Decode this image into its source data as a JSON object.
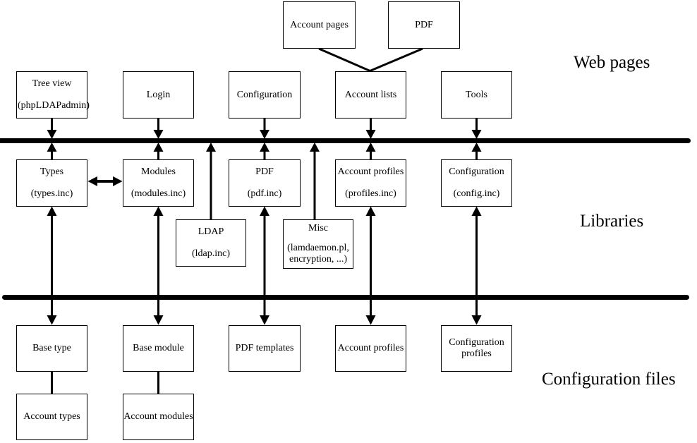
{
  "section_labels": {
    "web_pages": "Web pages",
    "libraries": "Libraries",
    "configuration_files": "Configuration files"
  },
  "boxes": {
    "account_pages": {
      "label": "Account pages"
    },
    "pdf_top": {
      "label": "PDF"
    },
    "tree_view": {
      "line1": "Tree view",
      "line2": "(phpLDAPadmin)"
    },
    "login": {
      "label": "Login"
    },
    "configuration_web": {
      "label": "Configuration"
    },
    "account_lists": {
      "label": "Account lists"
    },
    "tools": {
      "label": "Tools"
    },
    "types": {
      "line1": "Types",
      "line2": "(types.inc)"
    },
    "modules": {
      "line1": "Modules",
      "line2": "(modules.inc)"
    },
    "pdf_lib": {
      "line1": "PDF",
      "line2": "(pdf.inc)"
    },
    "account_profiles_lib": {
      "line1": "Account profiles",
      "line2": "(profiles.inc)"
    },
    "configuration_lib": {
      "line1": "Configuration",
      "line2": "(config.inc)"
    },
    "ldap": {
      "line1": "LDAP",
      "line2": "(ldap.inc)"
    },
    "misc": {
      "line1": "Misc",
      "line2": "(lamdaemon.pl,",
      "line3": "encryption, ...)"
    },
    "base_type": {
      "label": "Base type"
    },
    "base_module": {
      "label": "Base module"
    },
    "pdf_templates": {
      "label": "PDF templates"
    },
    "account_profiles_conf": {
      "label": "Account profiles"
    },
    "configuration_profiles": {
      "line1": "Configuration",
      "line2": "profiles"
    },
    "account_types": {
      "label": "Account types"
    },
    "account_modules": {
      "label": "Account modules"
    }
  },
  "colors": {
    "line": "#000000",
    "box_border": "#000000",
    "background": "#ffffff",
    "text": "#000000"
  }
}
